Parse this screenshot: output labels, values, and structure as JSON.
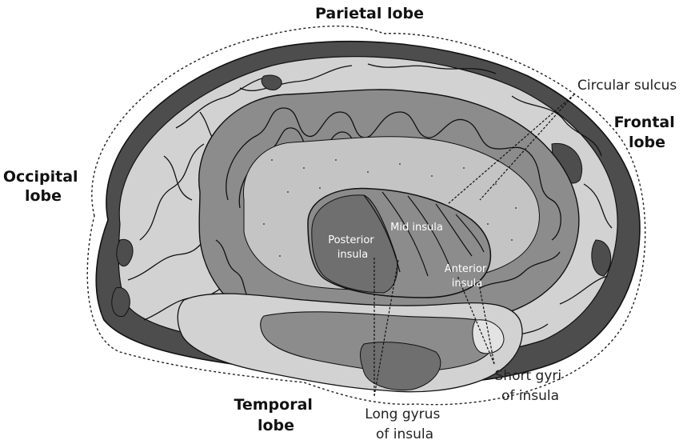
{
  "lobes": {
    "parietal": "Parietal lobe",
    "frontal": [
      "Frontal",
      "lobe"
    ],
    "occipital": [
      "Occipital",
      "lobe"
    ],
    "temporal": [
      "Temporal",
      "lobe"
    ]
  },
  "callouts": {
    "circular_sulcus": "Circular sulcus",
    "short_gyri": [
      "Short gyri",
      "of insula"
    ],
    "long_gyrus": [
      "Long gyrus",
      "of insula"
    ]
  },
  "insula_regions": {
    "posterior": [
      "Posterior",
      "insula"
    ],
    "mid": "Mid insula",
    "anterior": [
      "Anterior",
      "insula"
    ]
  },
  "colors": {
    "dark_gray": "#4d4d4d",
    "mid_gray": "#8c8c8c",
    "light_gray": "#d2d2d2",
    "pale_gray": "#c4c4c4",
    "outline": "#111111"
  }
}
